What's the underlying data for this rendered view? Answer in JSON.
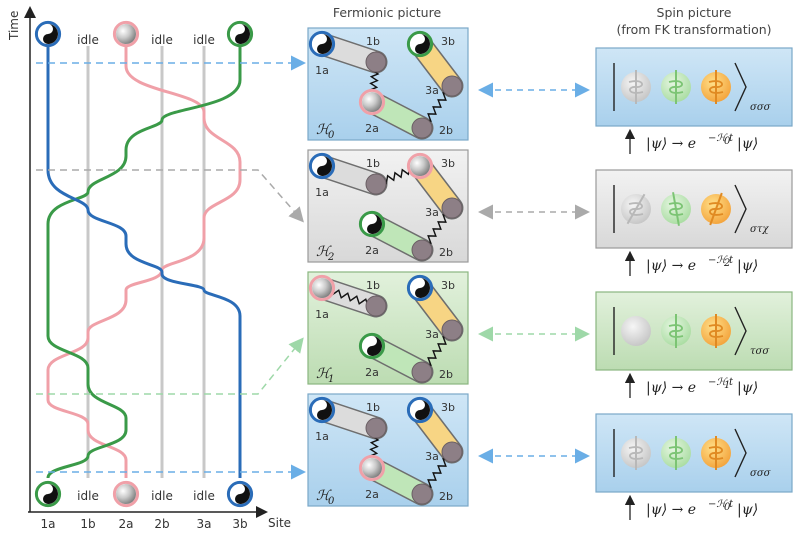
{
  "axes": {
    "y_label": "Time",
    "x_label": "Site",
    "sites": [
      "1a",
      "1b",
      "2a",
      "2b",
      "3a",
      "3b"
    ],
    "idle_label": "idle"
  },
  "headers": {
    "fermionic": "Fermionic picture",
    "spin_line1": "Spin picture",
    "spin_line2": "(from FK transformation)"
  },
  "fermionic_panels": [
    {
      "hamiltonian": "ℋ",
      "subscript": "0",
      "labels": [
        "1a",
        "1b",
        "2a",
        "2b",
        "3a",
        "3b"
      ]
    },
    {
      "hamiltonian": "ℋ",
      "subscript": "2",
      "labels": [
        "1a",
        "1b",
        "2a",
        "2b",
        "3a",
        "3b"
      ]
    },
    {
      "hamiltonian": "ℋ",
      "subscript": "1",
      "labels": [
        "1a",
        "1b",
        "2a",
        "2b",
        "3a",
        "3b"
      ]
    },
    {
      "hamiltonian": "ℋ",
      "subscript": "0",
      "labels": [
        "1a",
        "1b",
        "2a",
        "2b",
        "3a",
        "3b"
      ]
    }
  ],
  "spin_panels": [
    {
      "ket_subscript": "σσσ"
    },
    {
      "ket_subscript": "στχ"
    },
    {
      "ket_subscript": "τσσ"
    },
    {
      "ket_subscript": "σσσ"
    }
  ],
  "evolutions": [
    {
      "lhs": "|ψ⟩ → e",
      "exp": "−ℋ",
      "exp_sub": "0",
      "exp_t": "t",
      "rhs": "|ψ⟩"
    },
    {
      "lhs": "|ψ⟩ → e",
      "exp": "−ℋ",
      "exp_sub": "2",
      "exp_t": "t",
      "rhs": "|ψ⟩"
    },
    {
      "lhs": "|ψ⟩ → e",
      "exp": "−ℋ",
      "exp_sub": "1",
      "exp_t": "t",
      "rhs": "|ψ⟩"
    },
    {
      "lhs": "|ψ⟩ → e",
      "exp": "−ℋ",
      "exp_sub": "0",
      "exp_t": "t",
      "rhs": "|ψ⟩"
    }
  ],
  "colors": {
    "blue": "#2a6cb8",
    "green": "#3a9a48",
    "pink": "#f0a0a8",
    "idle_line": "#c8c8c8",
    "panel_blue": "#bcdcf0",
    "panel_gray": "#e6e6e6",
    "panel_green": "#cfe6c8",
    "dashed_blue": "#6aaee6",
    "dashed_gray": "#aaaaaa",
    "dashed_green": "#9ed8a8"
  }
}
